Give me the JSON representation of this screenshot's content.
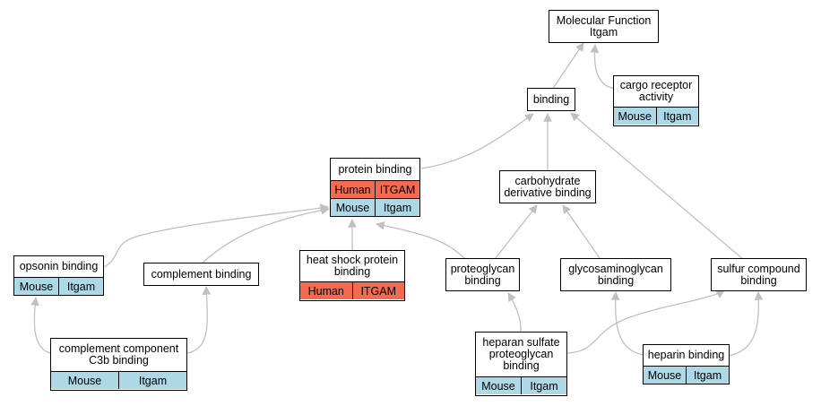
{
  "colors": {
    "edge": "#c0c0c0",
    "human": "#f46a4e",
    "mouse": "#add8e6",
    "border": "#000000"
  },
  "nodes": {
    "mf": {
      "label": "Molecular Function\nItgam",
      "rows": []
    },
    "binding": {
      "label": "binding",
      "rows": []
    },
    "cargo": {
      "label": "cargo receptor\nactivity",
      "rows": [
        {
          "species": "mouse",
          "cells": [
            "Mouse",
            "Itgam"
          ]
        }
      ]
    },
    "protein": {
      "label": "protein binding",
      "rows": [
        {
          "species": "human",
          "cells": [
            "Human",
            "ITGAM"
          ]
        },
        {
          "species": "mouse",
          "cells": [
            "Mouse",
            "Itgam"
          ]
        }
      ]
    },
    "carb": {
      "label": "carbohydrate\nderivative binding",
      "rows": []
    },
    "opsonin": {
      "label": "opsonin binding",
      "rows": [
        {
          "species": "mouse",
          "cells": [
            "Mouse",
            "Itgam"
          ]
        }
      ]
    },
    "complement": {
      "label": "complement binding",
      "rows": []
    },
    "hsp": {
      "label": "heat shock protein\nbinding",
      "rows": [
        {
          "species": "human",
          "cells": [
            "Human",
            "ITGAM"
          ]
        }
      ]
    },
    "proteoglycan": {
      "label": "proteoglycan\nbinding",
      "rows": []
    },
    "gag": {
      "label": "glycosaminoglycan\nbinding",
      "rows": []
    },
    "sulfur": {
      "label": "sulfur compound\nbinding",
      "rows": []
    },
    "c3b": {
      "label": "complement component\nC3b binding",
      "rows": [
        {
          "species": "mouse",
          "cells": [
            "Mouse",
            "Itgam"
          ]
        }
      ]
    },
    "hspg": {
      "label": "heparan sulfate\nproteoglycan\nbinding",
      "rows": [
        {
          "species": "mouse",
          "cells": [
            "Mouse",
            "Itgam"
          ]
        }
      ]
    },
    "heparin": {
      "label": "heparin binding",
      "rows": [
        {
          "species": "mouse",
          "cells": [
            "Mouse",
            "Itgam"
          ]
        }
      ]
    }
  }
}
